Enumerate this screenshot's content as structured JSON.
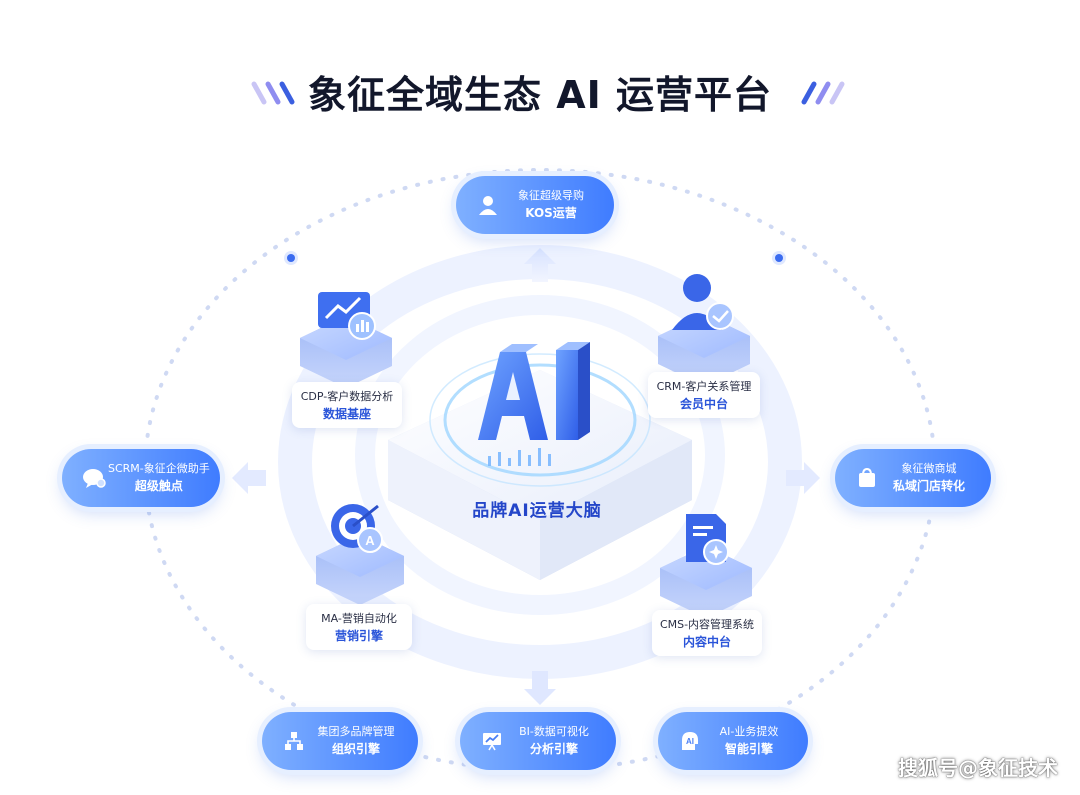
{
  "title": "象征全域生态 AI 运营平台",
  "center": {
    "label": "品牌AI运营大脑"
  },
  "top_pill": {
    "line1": "象征超级导购",
    "line2": "KOS运营"
  },
  "left_pill": {
    "line1": "SCRM-象征企微助手",
    "line2": "超级触点"
  },
  "right_pill": {
    "line1": "象征微商城",
    "line2": "私域门店转化"
  },
  "bottom_pills": [
    {
      "line1": "集团多品牌管理",
      "line2": "组织引擎"
    },
    {
      "line1": "BI-数据可视化",
      "line2": "分析引擎"
    },
    {
      "line1": "AI-业务提效",
      "line2": "智能引擎"
    }
  ],
  "modules": {
    "cdp": {
      "line1": "CDP-客户数据分析",
      "line2": "数据基座"
    },
    "crm": {
      "line1": "CRM-客户关系管理",
      "line2": "会员中台"
    },
    "ma": {
      "line1": "MA-营销自动化",
      "line2": "营销引擎"
    },
    "cms": {
      "line1": "CMS-内容管理系统",
      "line2": "内容中台"
    }
  },
  "watermark": "搜狐号@象征技术",
  "colors": {
    "primary": "#3f7cff",
    "dark_blue": "#2446c9",
    "light": "#e6efff"
  }
}
